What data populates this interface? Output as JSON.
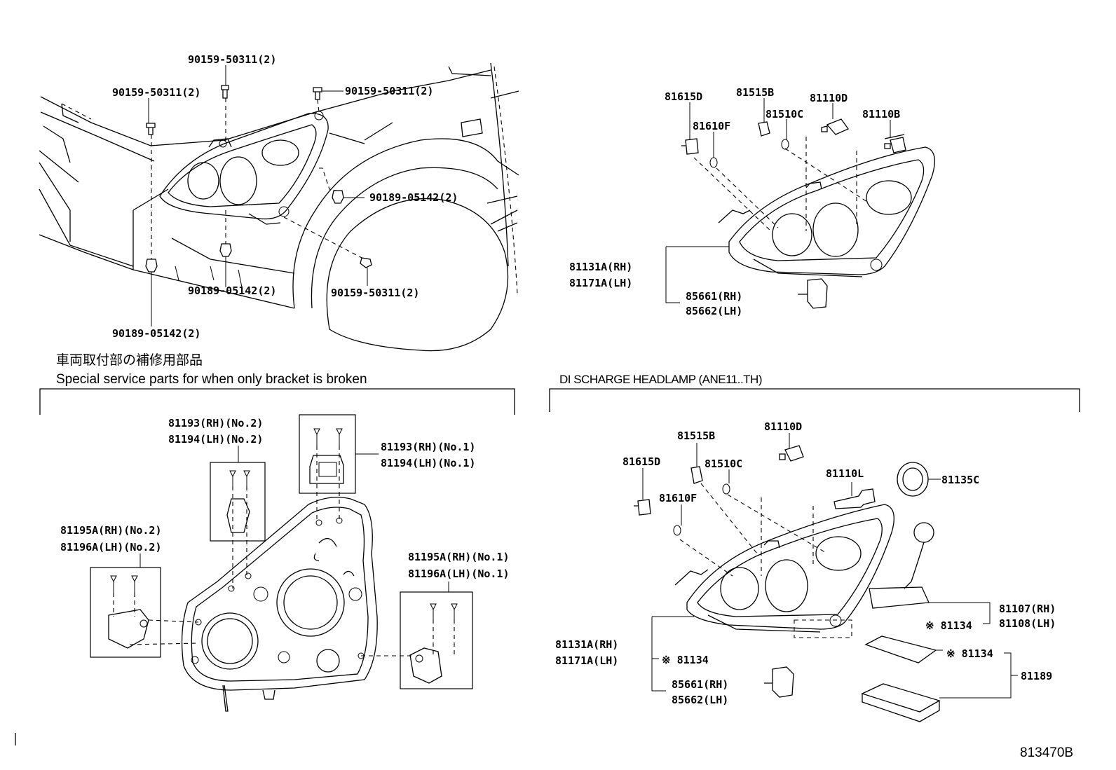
{
  "top_left": {
    "labels": {
      "bolt_top": "90159-50311(2)",
      "bolt_left": "90159-50311(2)",
      "bolt_right": "90159-50311(2)",
      "nut_right": "90189-05142(2)",
      "nut_center": "90189-05142(2)",
      "bolt_fender": "90159-50311(2)",
      "nut_left": "90189-05142(2)"
    }
  },
  "top_right": {
    "labels": {
      "p81615d": "81615D",
      "p81515b": "81515B",
      "p81110d": "81110D",
      "p81610f": "81610F",
      "p81510c": "81510C",
      "p81110b": "81110B",
      "lamp_rh": "81131A(RH)",
      "lamp_lh": "81171A(LH)",
      "act_rh": "85661(RH)",
      "act_lh": "85662(LH)"
    }
  },
  "bracket_section": {
    "title_jp": "車両取付部の補修用部品",
    "title_en": "Special service parts for when only bracket is broken",
    "labels": {
      "b93_no2": "81193(RH)(No.2)",
      "b94_no2": "81194(LH)(No.2)",
      "b93_no1": "81193(RH)(No.1)",
      "b94_no1": "81194(LH)(No.1)",
      "b95_no2": "81195A(RH)(No.2)",
      "b96_no2": "81196A(LH)(No.2)",
      "b95_no1": "81195A(RH)(No.1)",
      "b96_no1": "81196A(LH)(No.1)"
    }
  },
  "discharge_section": {
    "title": "DI SCHARGE HEADLAMP (ANE11..TH)",
    "labels": {
      "p81110d": "81110D",
      "p81515b": "81515B",
      "p81615d": "81615D",
      "p81510c": "81510C",
      "p81110l": "81110L",
      "p81135c": "81135C",
      "p81610f": "81610F",
      "ballast_rh": "81107(RH)",
      "ballast_lh": "81108(LH)",
      "note_81134_a": "※ 81134",
      "lamp_rh": "81131A(RH)",
      "lamp_lh": "81171A(LH)",
      "note_81134_b": "※ 81134",
      "note_81134_c": "※ 81134",
      "p81189": "81189",
      "act_rh": "85661(RH)",
      "act_lh": "85662(LH)"
    }
  },
  "footer": {
    "figure_code": "813470B"
  }
}
